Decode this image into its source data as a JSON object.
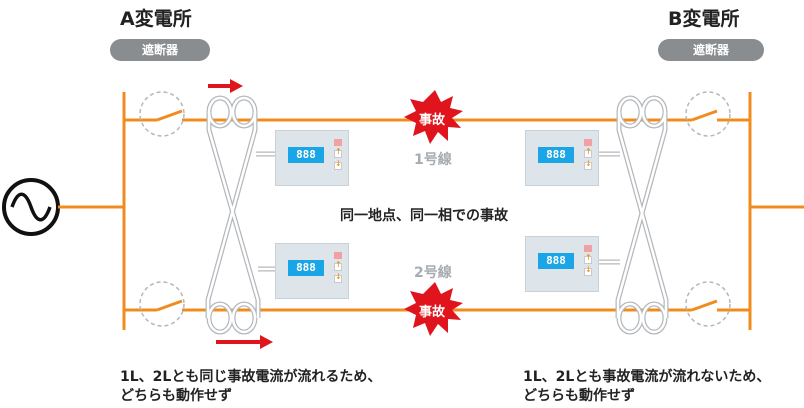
{
  "stations": {
    "a": {
      "name": "A変電所",
      "breaker": "遮断器"
    },
    "b": {
      "name": "B変電所",
      "breaker": "遮断器"
    }
  },
  "lines": {
    "line1": "1号線",
    "line2": "2号線"
  },
  "fault": "事故",
  "center_label": "同一地点、同一相での事故",
  "relay_display": "888",
  "notes": {
    "left": "1L、2Lとも同じ事故電流が流れるため、\nどちらも動作せず",
    "right": "1L、2Lとも事故電流が流れないため、\nどちらも動作せず"
  },
  "colors": {
    "line": "#f08c1e",
    "fault": "#e0141c",
    "arrow": "#e0141c",
    "ct": "#b4b8bc",
    "relay": "#dde4ea",
    "display": "#1aa5e6",
    "pill": "#8a8d90"
  }
}
